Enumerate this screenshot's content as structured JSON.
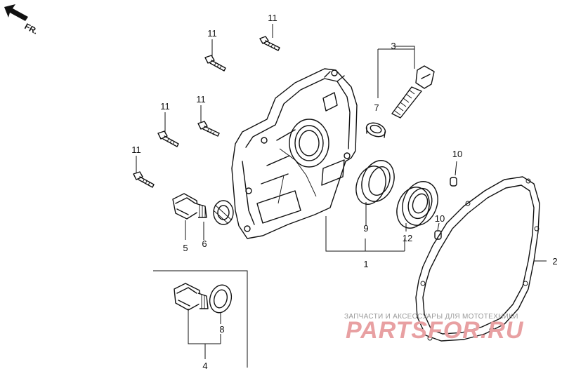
{
  "direction_label": "FR.",
  "callouts": {
    "c1": "1",
    "c2": "2",
    "c3": "3",
    "c4": "4",
    "c5": "5",
    "c6": "6",
    "c7": "7",
    "c8": "8",
    "c9": "9",
    "c10a": "10",
    "c10b": "10",
    "c12": "12",
    "c11a": "11",
    "c11b": "11",
    "c11c": "11",
    "c11d": "11",
    "c11e": "11"
  },
  "watermark": {
    "line1": "ЗАПЧАСТИ И АКСЕССУАРЫ ДЛЯ МОТОТЕХНИКИ",
    "line2": "PARTSFOR.RU"
  },
  "colors": {
    "ink": "#111111",
    "watermark_red": "#e8a0a2",
    "watermark_gray": "#9a9a9a"
  }
}
